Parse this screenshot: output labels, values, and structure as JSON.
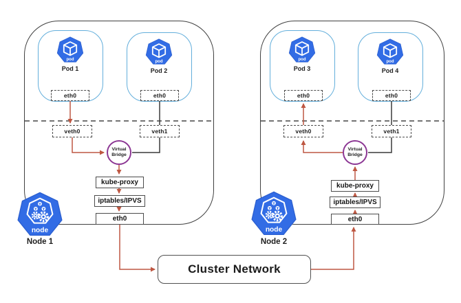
{
  "diagram": {
    "colors": {
      "kubernetes_blue": "#326CE5",
      "arrow_red": "#BE5742",
      "bridge_purple": "#8C3794",
      "pod_box_blue": "#62AEDB"
    },
    "cluster_network": {
      "label": "Cluster Network"
    },
    "nodes": [
      {
        "label": "Node 1",
        "icon_text": "node",
        "pods": [
          {
            "label": "Pod 1",
            "icon_text": "pod",
            "interface_label": "eth0"
          },
          {
            "label": "Pod 2",
            "icon_text": "pod",
            "interface_label": "eth0"
          }
        ],
        "veth_labels": [
          "veth0",
          "veth1"
        ],
        "bridge_label_line1": "Virtual",
        "bridge_label_line2": "Bridge",
        "kube_proxy_label": "kube-proxy",
        "iptables_label": "iptables/IPVS",
        "eth0_label": "eth0"
      },
      {
        "label": "Node 2",
        "icon_text": "node",
        "pods": [
          {
            "label": "Pod 3",
            "icon_text": "pod",
            "interface_label": "eth0"
          },
          {
            "label": "Pod 4",
            "icon_text": "pod",
            "interface_label": "eth0"
          }
        ],
        "veth_labels": [
          "veth0",
          "veth1"
        ],
        "bridge_label_line1": "Virtual",
        "bridge_label_line2": "Bridge",
        "kube_proxy_label": "kube-proxy",
        "iptables_label": "iptables/IPVS",
        "eth0_label": "eth0"
      }
    ]
  }
}
